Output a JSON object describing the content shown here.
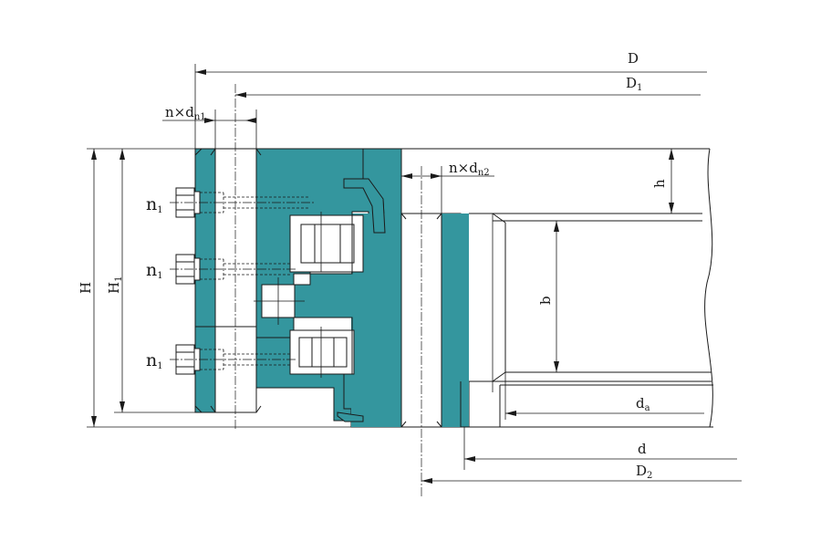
{
  "colors": {
    "ring": "#34969e",
    "line": "#1a1a1a",
    "background": "#ffffff"
  },
  "labels": {
    "D": "D",
    "D1": "D",
    "D1_sub": "1",
    "n_dn1": "n×d",
    "n_dn1_sub": "n1",
    "n_dn2": "n×d",
    "n_dn2_sub": "n2",
    "h": "h",
    "H": "H",
    "H1": "H",
    "H1_sub": "1",
    "n1": "n",
    "n1_sub": "1",
    "b": "b",
    "da": "d",
    "da_sub": "a",
    "d": "d",
    "D2": "D",
    "D2_sub": "2"
  }
}
